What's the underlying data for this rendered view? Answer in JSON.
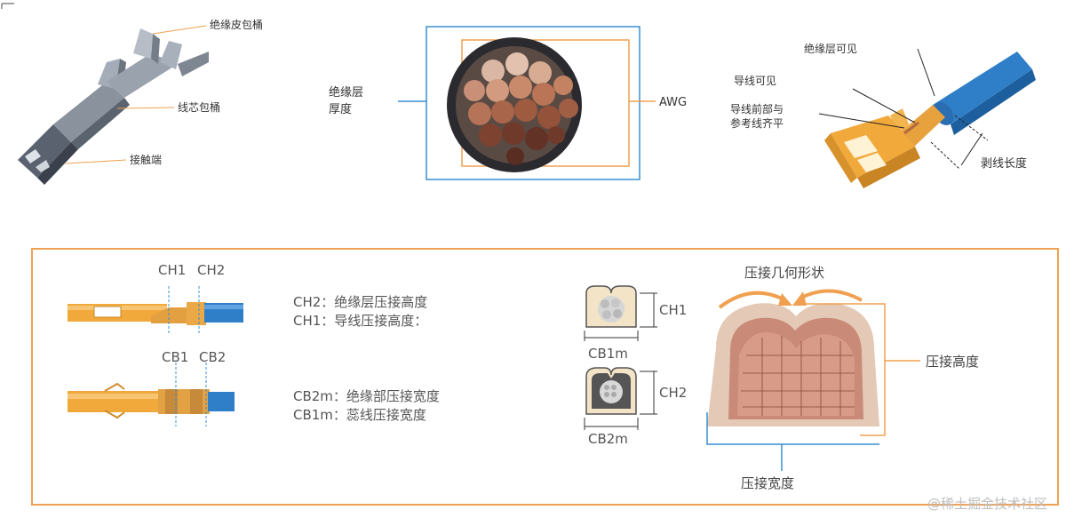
{
  "top_left": {
    "labels": [
      "绝缘皮包桶",
      "线芯包桶",
      "接触端"
    ]
  },
  "top_middle": {
    "insulation_thickness_line1": "绝缘层",
    "insulation_thickness_line2": "厚度",
    "awg_label": "AWG"
  },
  "top_right": {
    "insulation_visible": "绝缘层可见",
    "wire_visible": "导线可见",
    "wire_front_line1": "导线前部与",
    "wire_front_line2": "参考线齐平",
    "strip_length": "剥线长度"
  },
  "bottom_panel": {
    "ch1_label": "CH1",
    "ch2_label": "CH2",
    "cb1_label": "CB1",
    "cb2_label": "CB2",
    "ch2_desc": "CH2：绝缘层压接高度",
    "ch1_desc": "CH1：导线压接高度：",
    "cb2m_desc": "CB2m：绝缘部压接宽度",
    "cb1m_desc": "CB1m：蕊线压接宽度",
    "cs_ch1": "CH1",
    "cs_cb1m": "CB1m",
    "cs_ch2": "CH2",
    "cs_cb2m": "CB2m",
    "crimp_geometry": "压接几何形状",
    "crimp_height": "压接高度",
    "crimp_width": "压接宽度"
  },
  "watermark": "@稀土掘金技术社区",
  "colors": {
    "orange": "#f0a050",
    "blue": "#3a8fd0",
    "terminal_orange": "#f2a93b",
    "wire_blue": "#2f7fc8"
  }
}
